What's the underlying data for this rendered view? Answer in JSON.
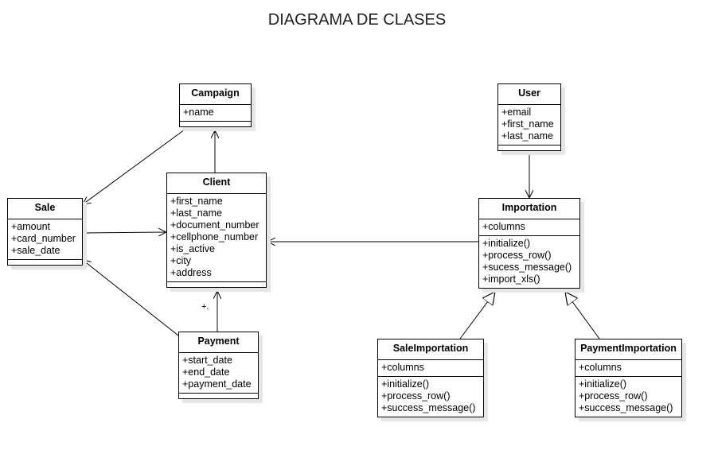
{
  "title": "DIAGRAMA DE CLASES",
  "multiplicity": "+.",
  "classes": {
    "campaign": {
      "name": "Campaign",
      "attributes": [
        "+name"
      ],
      "methods": []
    },
    "user": {
      "name": "User",
      "attributes": [
        "+email",
        "+first_name",
        "+last_name"
      ],
      "methods": []
    },
    "client": {
      "name": "Client",
      "attributes": [
        "+first_name",
        "+last_name",
        "+document_number",
        "+cellphone_number",
        "+is_active",
        "+city",
        "+address"
      ],
      "methods": []
    },
    "sale": {
      "name": "Sale",
      "attributes": [
        "+amount",
        "+card_number",
        "+sale_date"
      ],
      "methods": []
    },
    "payment": {
      "name": "Payment",
      "attributes": [
        "+start_date",
        "+end_date",
        "+payment_date"
      ],
      "methods": []
    },
    "importation": {
      "name": "Importation",
      "attributes": [
        "+columns"
      ],
      "methods": [
        "+initialize()",
        "+process_row()",
        "+sucess_message()",
        "+import_xls()"
      ]
    },
    "sale_importation": {
      "name": "SaleImportation",
      "attributes": [
        "+columns"
      ],
      "methods": [
        "+initialize()",
        "+process_row()",
        "+success_message()"
      ]
    },
    "payment_importation": {
      "name": "PaymentImportation",
      "attributes": [
        "+columns"
      ],
      "methods": [
        "+initialize()",
        "+process_row()",
        "+success_message()"
      ]
    }
  }
}
